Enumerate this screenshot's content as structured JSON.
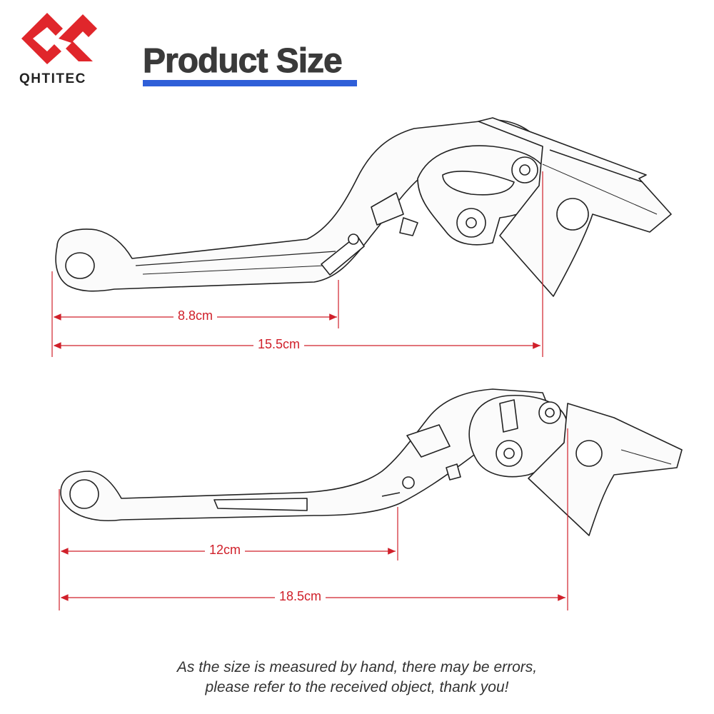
{
  "brand": {
    "name": "QHTITEC",
    "logo_color": "#e0262b"
  },
  "title": {
    "text": "Product Size",
    "underline_color": "#2f5fd8"
  },
  "levers": [
    {
      "dimensions": [
        {
          "label": "8.8cm"
        },
        {
          "label": "15.5cm"
        }
      ]
    },
    {
      "dimensions": [
        {
          "label": "12cm"
        },
        {
          "label": "18.5cm"
        }
      ]
    }
  ],
  "dimension_color": "#d0202a",
  "note": {
    "line1": "As the size is measured by hand, there may be errors,",
    "line2": "please refer to the received object, thank you!"
  }
}
